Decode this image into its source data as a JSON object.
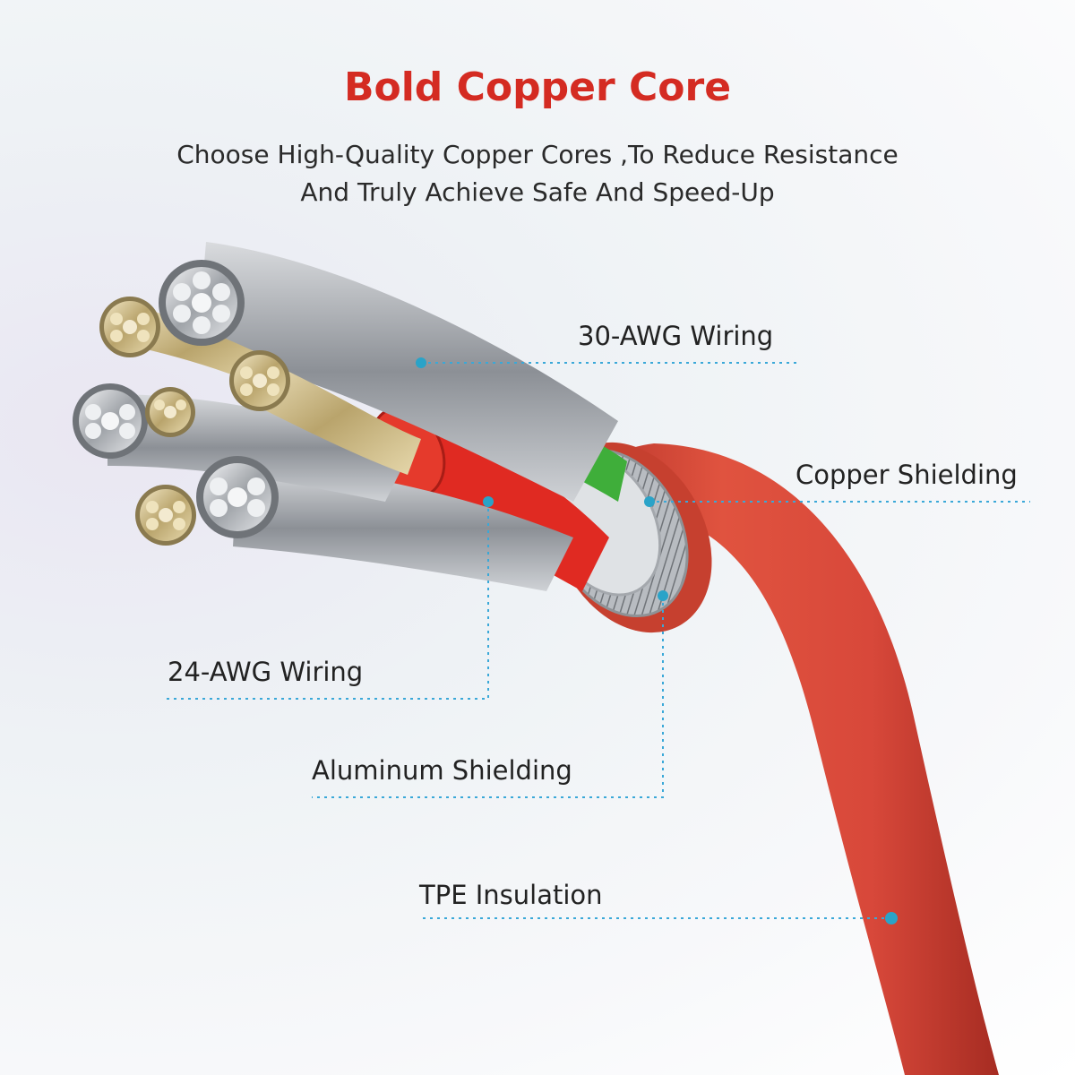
{
  "heading": {
    "title": "Bold Copper Core",
    "subtitle_line1": "Choose High-Quality Copper Cores ,To Reduce Resistance",
    "subtitle_line2": "And Truly Achieve Safe And Speed-Up"
  },
  "callouts": [
    {
      "id": "wiring-30awg",
      "label": "30-AWG Wiring"
    },
    {
      "id": "copper-shielding",
      "label": "Copper Shielding"
    },
    {
      "id": "wiring-24awg",
      "label": "24-AWG Wiring"
    },
    {
      "id": "aluminum-shielding",
      "label": "Aluminum Shielding"
    },
    {
      "id": "tpe-insulation",
      "label": "TPE Insulation"
    }
  ],
  "colors": {
    "title": "#d42b22",
    "jacket": "#d8483a",
    "leader_line": "#3aa8d8",
    "marker_dot": "#2aa3c8",
    "inner_red_wire": "#e02a22",
    "inner_green_wire": "#3fae3a",
    "copper_strand": "#d8c79a",
    "silver_strand": "#c9ccd0"
  }
}
